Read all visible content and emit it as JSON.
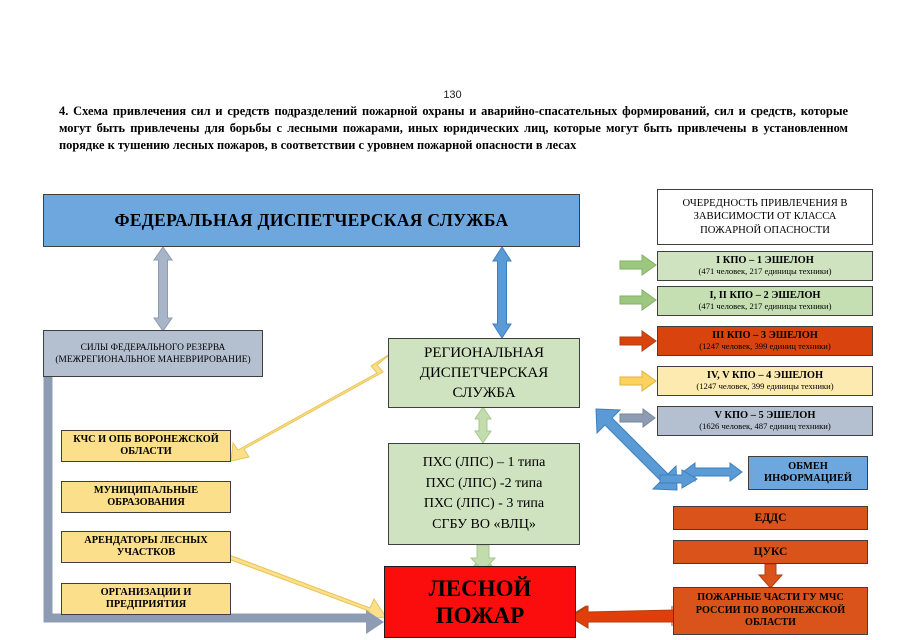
{
  "document": {
    "page_number": "130",
    "heading": "4. Схема привлечения сил и средств подразделений пожарной охраны и аварийно-спасательных формирований, сил и средств, которые могут быть привлечены для борьбы с лесными пожарами, иных юридических лиц, которые могут быть привлечены в установленном порядке к тушению лесных пожаров, в соответствии с уровнем пожарной опасности в лесах"
  },
  "diagram": {
    "federal_dispatch": "ФЕДЕРАЛЬНАЯ ДИСПЕТЧЕРСКАЯ СЛУЖБА",
    "federal_reserve": "СИЛЫ ФЕДЕРАЛЬНОГО РЕЗЕРВА (МЕЖРЕГИОНАЛЬНОЕ МАНЕВРИРОВАНИЕ)",
    "regional_dispatch": "РЕГИОНАЛЬНАЯ ДИСПЕТЧЕРСКАЯ СЛУЖБА",
    "pkhs_lines": [
      "ПХС (ЛПС) – 1 типа",
      "ПХС (ЛПС) -2 типа",
      "ПХС (ЛПС) - 3 типа",
      "СГБУ ВО «ВЛЦ»"
    ],
    "forest_fire": "ЛЕСНОЙ ПОЖАР",
    "left_column": [
      "КЧС И ОПБ ВОРОНЕЖСКОЙ ОБЛАСТИ",
      "МУНИЦИПАЛЬНЫЕ ОБРАЗОВАНИЯ",
      "АРЕНДАТОРЫ ЛЕСНЫХ УЧАСТКОВ",
      "ОРГАНИЗАЦИИ И ПРЕДПРИЯТИЯ"
    ],
    "priority_title": "ОЧЕРЕДНОСТЬ ПРИВЛЕЧЕНИЯ В ЗАВИСИМОСТИ ОТ КЛАССА ПОЖАРНОЙ ОПАСНОСТИ",
    "echelons": [
      {
        "title": "I КПО – 1 ЭШЕЛОН",
        "detail": "(471 человек, 217 единицы техники)",
        "color": "#cfe3c0",
        "arrow": "#9cc77f"
      },
      {
        "title": "I, II КПО – 2 ЭШЕЛОН",
        "detail": "(471 человек, 217 единицы техники)",
        "color": "#c6dfb2",
        "arrow": "#9cc77f"
      },
      {
        "title": "III КПО – 3 ЭШЕЛОН",
        "detail": "(1247 человек, 399 единиц техники)",
        "color": "#d9430d",
        "arrow": "#d9430d"
      },
      {
        "title": "IV, V КПО – 4 ЭШЕЛОН",
        "detail": "(1247 человек, 399 единицы техники)",
        "color": "#fdeab0",
        "arrow": "#fbd25f"
      },
      {
        "title": "V КПО – 5 ЭШЕЛОН",
        "detail": "(1626 человек, 487 единиц техники)",
        "color": "#b4bfd0",
        "arrow": "#8d9cb3"
      }
    ],
    "info_exchange": "ОБМЕН ИНФОРМАЦИЕЙ",
    "eddc": "ЕДДС",
    "cuks": "ЦУКС",
    "fire_units": "ПОЖАРНЫЕ ЧАСТИ ГУ МЧС РОССИИ ПО ВОРОНЕЖСКОЙ ОБЛАСТИ"
  },
  "colors": {
    "blue": "#6ea7dd",
    "gray": "#b4bfd0",
    "green": "#cfe3c0",
    "yellow": "#fbdf8a",
    "red": "#fc0d0d",
    "orange": "#d9430d",
    "arrow_blue": "#5b9bd5",
    "arrow_gray": "#8d9cb3",
    "arrow_yellow": "#fbdf8a",
    "arrow_green": "#b7d6a0"
  }
}
